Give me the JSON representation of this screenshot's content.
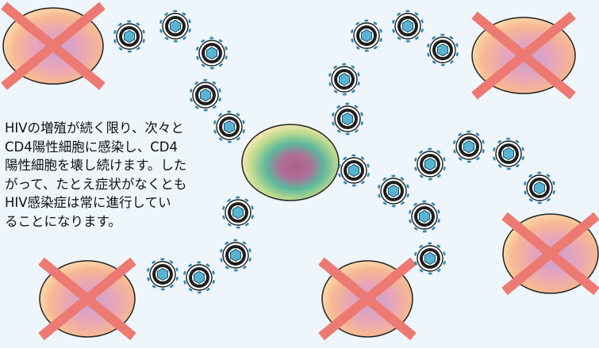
{
  "description_lines": [
    "HIVの増殖が続く限り、次々と",
    "CD4陽性細胞に感染し、CD4",
    "陽性細胞を壊し続けます。した",
    "がって、たとえ症状がなくとも",
    "HIV感染症は常に進行してい",
    "ることになります。"
  ],
  "colors": {
    "background": "#eef5fb",
    "cross": "#ec7a72",
    "virus_core": "#58b4d2",
    "virus_spike": "#2e86b0",
    "cell_outline": "#222222"
  }
}
